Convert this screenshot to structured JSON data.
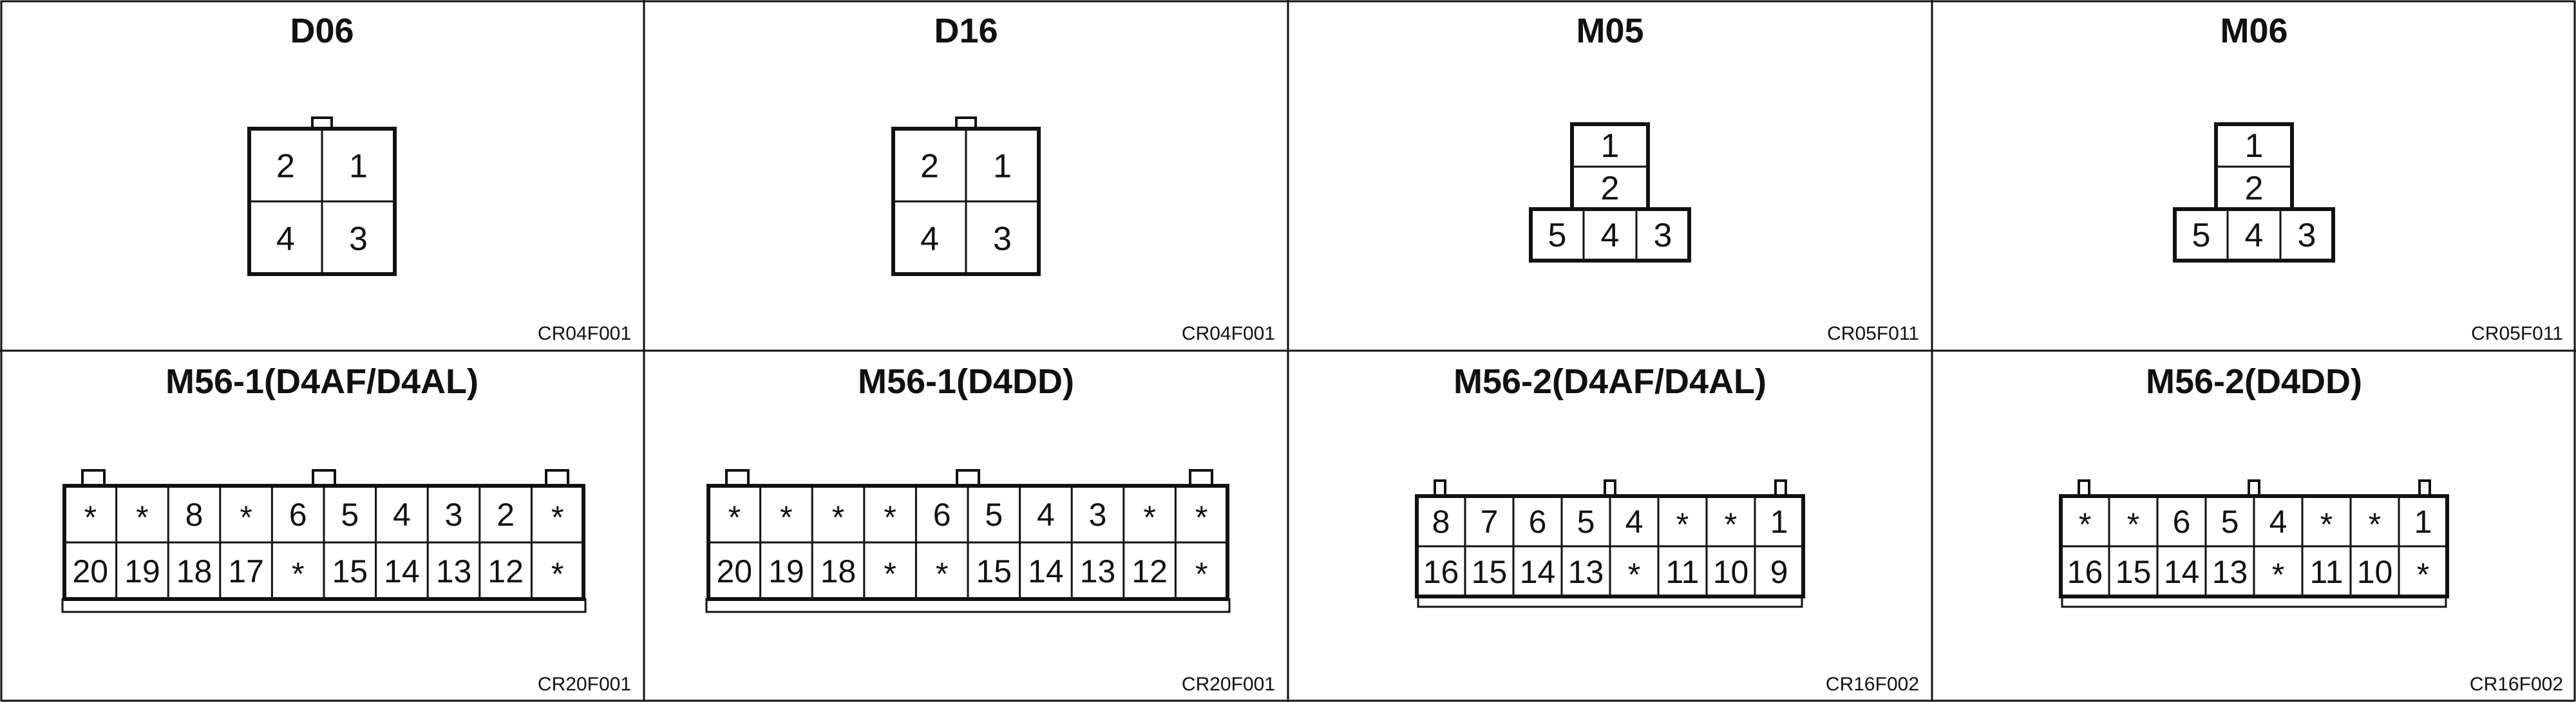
{
  "panels": [
    {
      "title": "D06",
      "code": "CR04F001",
      "type": "4pin",
      "pins": [
        "2",
        "1",
        "4",
        "3"
      ]
    },
    {
      "title": "D16",
      "code": "CR04F001",
      "type": "4pin",
      "pins": [
        "2",
        "1",
        "4",
        "3"
      ]
    },
    {
      "title": "M05",
      "code": "CR05F011",
      "type": "5pin",
      "pins": [
        "1",
        "2",
        "5",
        "4",
        "3"
      ]
    },
    {
      "title": "M06",
      "code": "CR05F011",
      "type": "5pin",
      "pins": [
        "1",
        "2",
        "5",
        "4",
        "3"
      ]
    },
    {
      "title": "M56-1(D4AF/D4AL)",
      "code": "CR20F001",
      "type": "20pin",
      "top": [
        "*",
        "*",
        "8",
        "*",
        "6",
        "5",
        "4",
        "3",
        "2",
        "*"
      ],
      "bottom": [
        "20",
        "19",
        "18",
        "17",
        "*",
        "15",
        "14",
        "13",
        "12",
        "*"
      ]
    },
    {
      "title": "M56-1(D4DD)",
      "code": "CR20F001",
      "type": "20pin",
      "top": [
        "*",
        "*",
        "*",
        "*",
        "6",
        "5",
        "4",
        "3",
        "*",
        "*"
      ],
      "bottom": [
        "20",
        "19",
        "18",
        "*",
        "*",
        "15",
        "14",
        "13",
        "12",
        "*"
      ]
    },
    {
      "title": "M56-2(D4AF/D4AL)",
      "code": "CR16F002",
      "type": "16pin",
      "top": [
        "8",
        "7",
        "6",
        "5",
        "4",
        "*",
        "*",
        "1"
      ],
      "bottom": [
        "16",
        "15",
        "14",
        "13",
        "*",
        "11",
        "10",
        "9"
      ]
    },
    {
      "title": "M56-2(D4DD)",
      "code": "CR16F002",
      "type": "16pin",
      "top": [
        "*",
        "*",
        "6",
        "5",
        "4",
        "*",
        "*",
        "1"
      ],
      "bottom": [
        "16",
        "15",
        "14",
        "13",
        "*",
        "11",
        "10",
        "*"
      ]
    }
  ]
}
